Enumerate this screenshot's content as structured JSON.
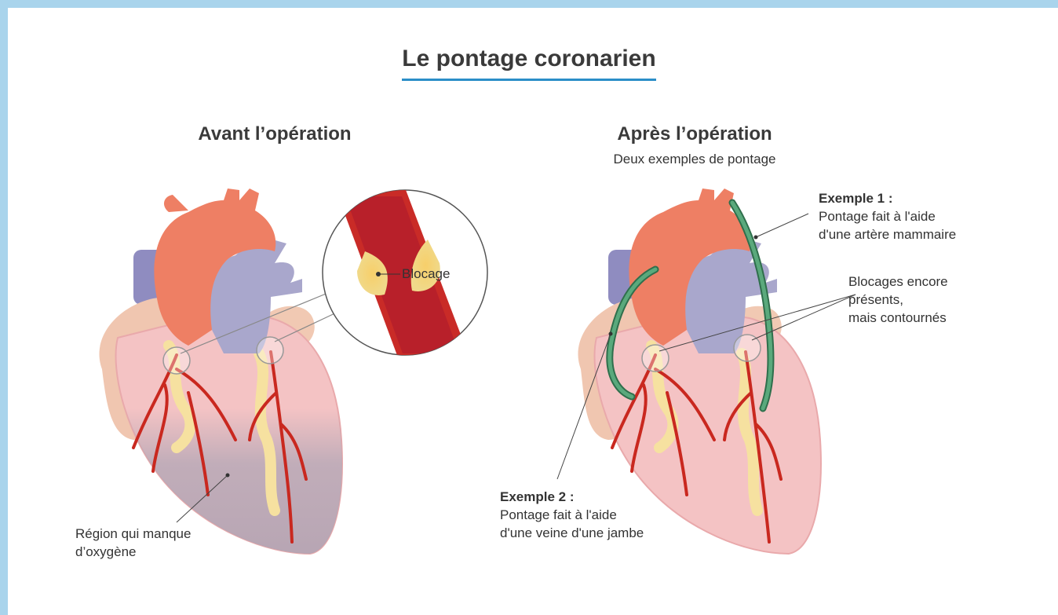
{
  "title": "Le pontage coronarien",
  "before": {
    "heading": "Avant l’opération",
    "blockage_label": "Blocage",
    "region_label": [
      "Région qui manque",
      "d’oxygène"
    ]
  },
  "after": {
    "heading": "Après l’opération",
    "subheading": "Deux exemples de pontage",
    "example1_title": "Exemple 1 :",
    "example1_text": [
      "Pontage fait à l'aide",
      "d'une artère mammaire"
    ],
    "blockages_text": [
      "Blocages encore",
      "présents,",
      "mais contournés"
    ],
    "example2_title": "Exemple 2 :",
    "example2_text": [
      "Pontage fait à l'aide",
      "d'une veine d'une jambe"
    ]
  },
  "colors": {
    "border": "#a9d4ec",
    "title_underline": "#2b8ec8",
    "aorta": "#ee7f64",
    "vein": "#a9a7cc",
    "heart": "#f5c2c2",
    "artery": "#d22a22",
    "fat": "#f7e3a3",
    "graft": "#3f8f63",
    "ischemia": "#b8a9b7"
  }
}
